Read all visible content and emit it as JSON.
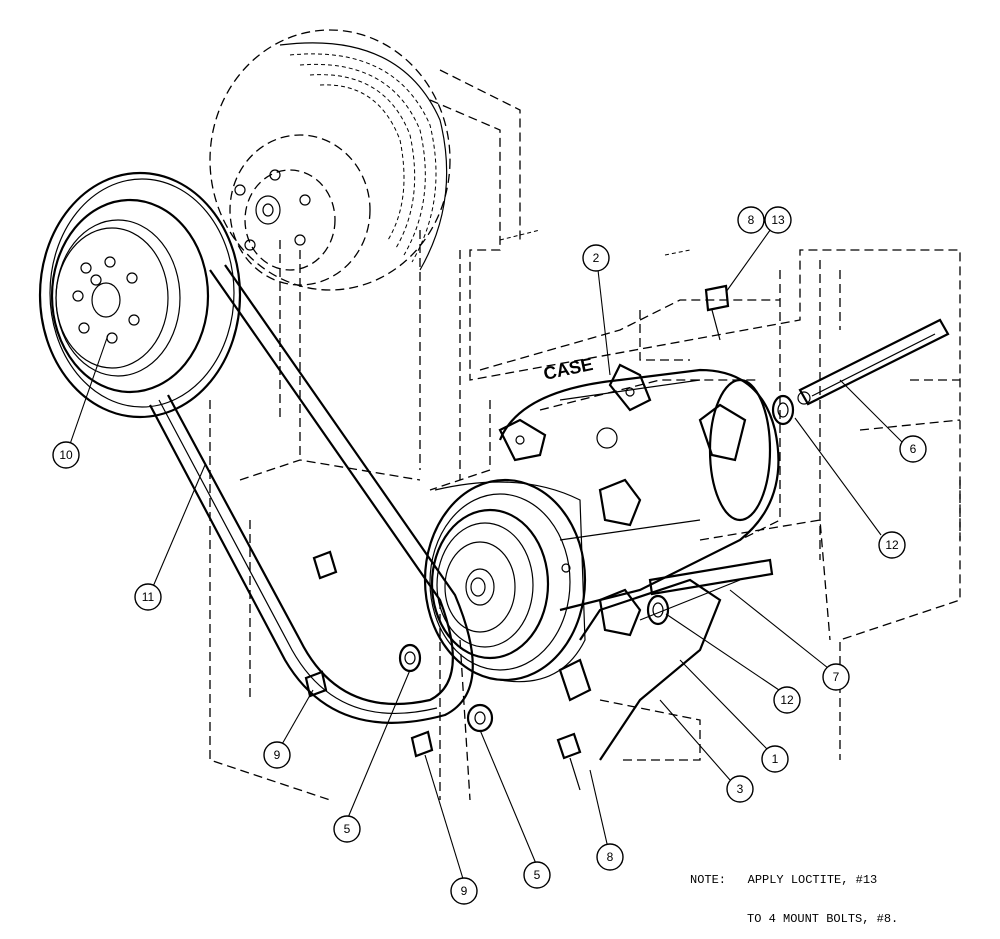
{
  "callouts": [
    {
      "id": "c1",
      "label": "1"
    },
    {
      "id": "c2",
      "label": "2"
    },
    {
      "id": "c3",
      "label": "3"
    },
    {
      "id": "c5a",
      "label": "5"
    },
    {
      "id": "c5b",
      "label": "5"
    },
    {
      "id": "c6",
      "label": "6"
    },
    {
      "id": "c7",
      "label": "7"
    },
    {
      "id": "c8a",
      "label": "8"
    },
    {
      "id": "c8b",
      "label": "8"
    },
    {
      "id": "c9a",
      "label": "9"
    },
    {
      "id": "c9b",
      "label": "9"
    },
    {
      "id": "c10",
      "label": "10"
    },
    {
      "id": "c11",
      "label": "11"
    },
    {
      "id": "c12a",
      "label": "12"
    },
    {
      "id": "c12b",
      "label": "12"
    },
    {
      "id": "c13",
      "label": "13"
    }
  ],
  "engine_logo": "CASE",
  "note": {
    "prefix": "NOTE:",
    "line1": "APPLY LOCTITE, #13",
    "line2": "TO 4 MOUNT BOLTS, #8."
  }
}
